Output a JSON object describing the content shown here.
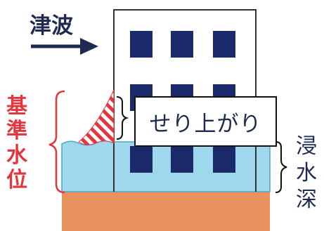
{
  "labels": {
    "tsunami": "津波",
    "base_water_level": "基準水位",
    "run_up": "せり上がり",
    "inundation_depth": "浸水深"
  },
  "colors": {
    "text_navy": "#1f2a52",
    "accent_red": "#e1373f",
    "water": "#9fd8ec",
    "ground": "#e8935e",
    "window": "#1a2a6b",
    "outline": "#111111"
  }
}
